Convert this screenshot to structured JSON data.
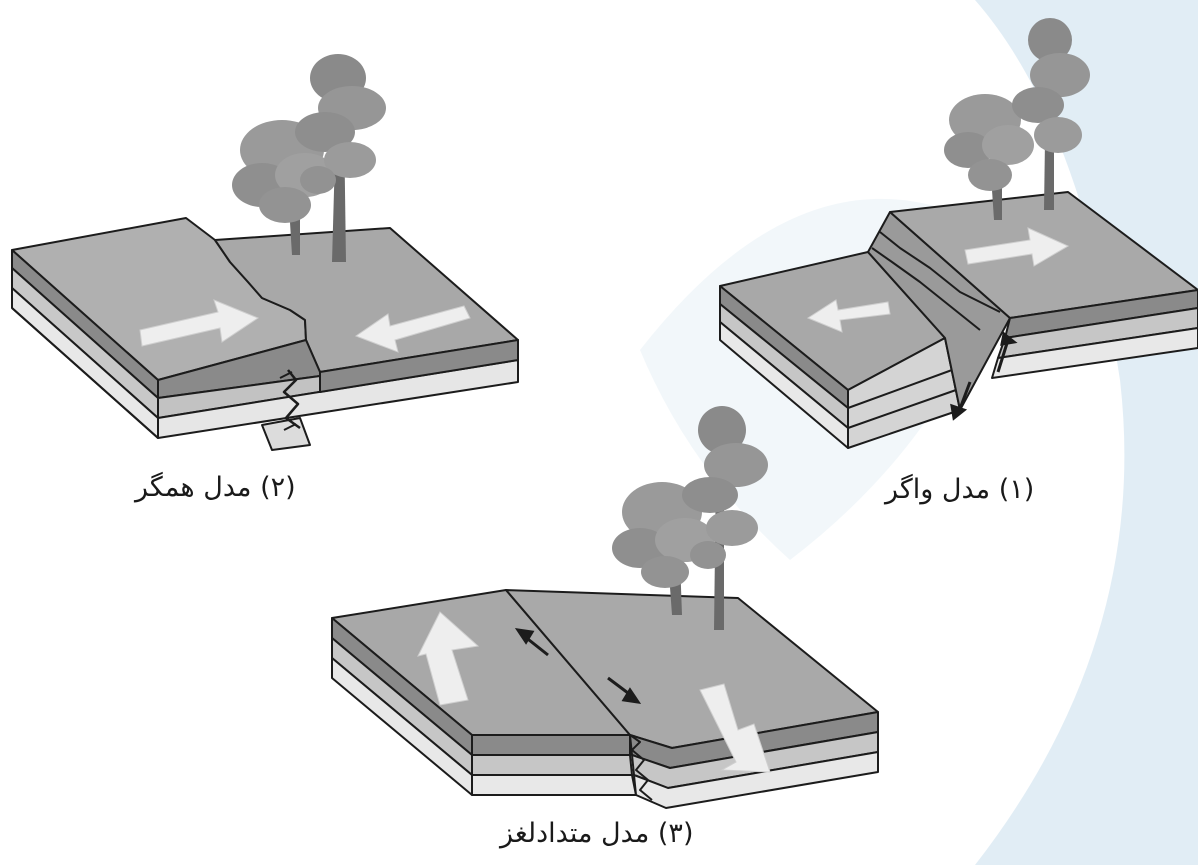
{
  "captions": {
    "convergent": "(۲) مدل همگر",
    "divergent": "(۱) مدل واگر",
    "transform": "(۳) مدل متدادلغز"
  },
  "colors": {
    "top_surface": "#a5a5a5",
    "top_surface_light": "#b4b4b4",
    "layer_dark": "#8a8a8a",
    "layer_mid": "#c6c6c6",
    "layer_light": "#ececec",
    "motion_arrow": "#eeeeee",
    "outline": "#1c1c1c",
    "tree_foliage": "#8e8e8e",
    "tree_trunk": "#6a6a6a",
    "watermark": "#dceaf3"
  },
  "icons": [
    "tree-icon",
    "motion-arrow-icon",
    "slip-arrow-icon"
  ]
}
